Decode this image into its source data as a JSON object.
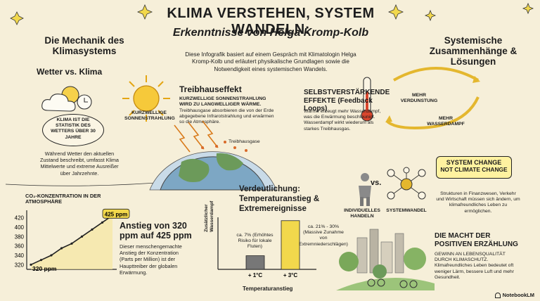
{
  "header": {
    "title": "KLIMA VERSTEHEN, SYSTEM WANDELN:",
    "subtitle": "Erkenntnisse von Helga Kromp-Kolb",
    "intro": "Diese Infografik basiert auf einem Gespräch mit Klimatologin Helga Kromp-Kolb und erläutert physikalische Grundlagen sowie die Notwendigkeit eines systemischen Wandels."
  },
  "left": {
    "heading": "Die Mechanik des Klimasystems",
    "weather": {
      "heading": "Wetter vs. Klima",
      "bubble": "KLIMA IST DIE STATISTIK DES WETTERS ÜBER 30 JAHRE",
      "text": "Während Wetter den aktuellen Zustand beschreibt, umfasst Klima Mittelwerte und extreme Ausreißer über Jahrzehnte."
    },
    "co2": {
      "chart_label": "CO₂-KONZENTRATION IN DER ATMOSPHÄRE",
      "heading": "Anstieg von 320 ppm auf 425 ppm",
      "text": "Dieser menschengemachte Anstieg der Konzentration (Parts per Million) ist der Haupttreiber der globalen Erwärmung.",
      "start_label": "320 ppm",
      "end_label": "425 ppm"
    }
  },
  "center": {
    "greenhouse": {
      "heading": "Treibhauseffekt",
      "lead": "KURZWELLIGE SONNENSTRAHLUNG WIRD ZU LANGWELLIGER WÄRME.",
      "text": "Treibhausgase absorbieren die von der Erde abgegebene Infrarotstrahlung und erwärmen so die Atmosphäre.",
      "sun_label": "KURZWELLIGE SONNENSTRAHLUNG",
      "gas_label": "Treibhausgase"
    },
    "bar": {
      "heading": "Verdeutlichung: Temperaturanstieg & Extremereignisse",
      "ylabel": "Zusätzlicher Wasserdampf",
      "xlabel": "Temperaturanstieg",
      "ann1": "ca. 7% (Erhöhtes Risiko für lokale Fluten)",
      "ann2": "ca. 21% - 30% (Massive Zunahme von Extremniederschlägen)"
    }
  },
  "right": {
    "heading": "Systemische Zusammenhänge & Lösungen",
    "feedback": {
      "heading": "SELBSTVERSTÄRKENDE EFFEKTE (Feedback Loops)",
      "text": "Wärme erzeugt mehr Wasserdampf, was die Erwärmung beschleunigt. Wasserdampf wirkt wiederum als starkes Treibhausgas.",
      "loop1": "MEHR VERDUNSTUNG",
      "loop2": "MEHR WASSERDAMPF"
    },
    "system": {
      "box1": "SYSTEM CHANGE",
      "box2": "NOT CLIMATE CHANGE",
      "text": "Strukturen in Finanzwesen, Verkehr und Wirtschaft müssen sich ändern, um klimafreundliches Leben zu ermöglichen.",
      "left_label": "INDIVIDUELLES HANDELN",
      "vs": "vs.",
      "right_label": "SYSTEMWANDEL"
    },
    "positive": {
      "heading": "DIE MACHT DER POSITIVEN ERZÄHLUNG",
      "text": "GEWINN AN LEBENSQUALITÄT DURCH KLIMASCHUTZ. Klimafreundliches Leben bedeutet oft weniger Lärm, bessere Luft und mehr Gesundheit."
    }
  },
  "branding": {
    "logo": "NotebookLM"
  },
  "chart_data": [
    {
      "type": "line",
      "title": "CO₂-KONZENTRATION IN DER ATMOSPHÄRE",
      "yticks": [
        320,
        340,
        360,
        380,
        400,
        420
      ],
      "ylim": [
        310,
        430
      ],
      "values": [
        320,
        330,
        340,
        355,
        365,
        380,
        395,
        410,
        425
      ],
      "start_label": "320 ppm",
      "end_label": "425 ppm"
    },
    {
      "type": "bar",
      "title": "Verdeutlichung: Temperaturanstieg & Extremereignisse",
      "categories": [
        "+ 1°C",
        "+ 3°C"
      ],
      "values": [
        7,
        25
      ],
      "xlabel": "Temperaturanstieg",
      "ylabel": "Zusätzlicher Wasserdampf",
      "colors": [
        "#777777",
        "#f2d84c"
      ]
    }
  ]
}
